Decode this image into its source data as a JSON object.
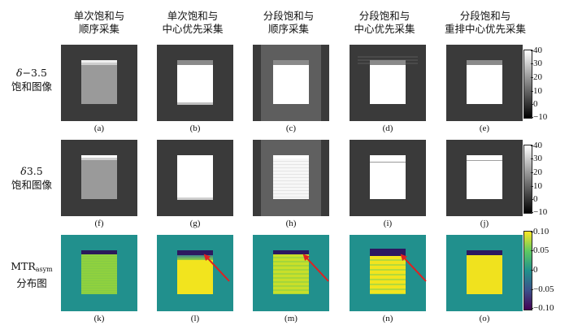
{
  "columns": [
    {
      "line1": "单次饱和与",
      "line2": "顺序采集"
    },
    {
      "line1": "单次饱和与",
      "line2": "中心优先采集"
    },
    {
      "line1": "分段饱和与",
      "line2": "顺序采集"
    },
    {
      "line1": "分段饱和与",
      "line2": "中心优先采集"
    },
    {
      "line1": "分段饱和与",
      "line2": "重排中心优先采集"
    }
  ],
  "rows": [
    {
      "line1_prefix": "δ",
      "line1_suffix": "−3.5",
      "line2": "饱和图像"
    },
    {
      "line1_prefix": "δ",
      "line1_suffix": "3.5",
      "line2": "饱和图像"
    },
    {
      "line1_main": "MTR",
      "line1_sub": "asym",
      "line2": "分布图"
    }
  ],
  "captions": [
    "(a)",
    "(b)",
    "(c)",
    "(d)",
    "(e)",
    "(f)",
    "(g)",
    "(h)",
    "(i)",
    "(j)",
    "(k)",
    "(l)",
    "(m)",
    "(n)",
    "(o)"
  ],
  "colorbar_gray": {
    "ticks": [
      "40",
      "30",
      "20",
      "10",
      "0",
      "−10"
    ],
    "range": [
      -10,
      40
    ]
  },
  "colorbar_viridis": {
    "ticks": [
      "0.10",
      "0.05",
      "0",
      "−0.05",
      "−0.10"
    ],
    "range": [
      -0.1,
      0.1
    ]
  },
  "colors": {
    "arrow": "#e02020",
    "teal_background": "#21908d",
    "gray_background": "#3a3a3a"
  }
}
